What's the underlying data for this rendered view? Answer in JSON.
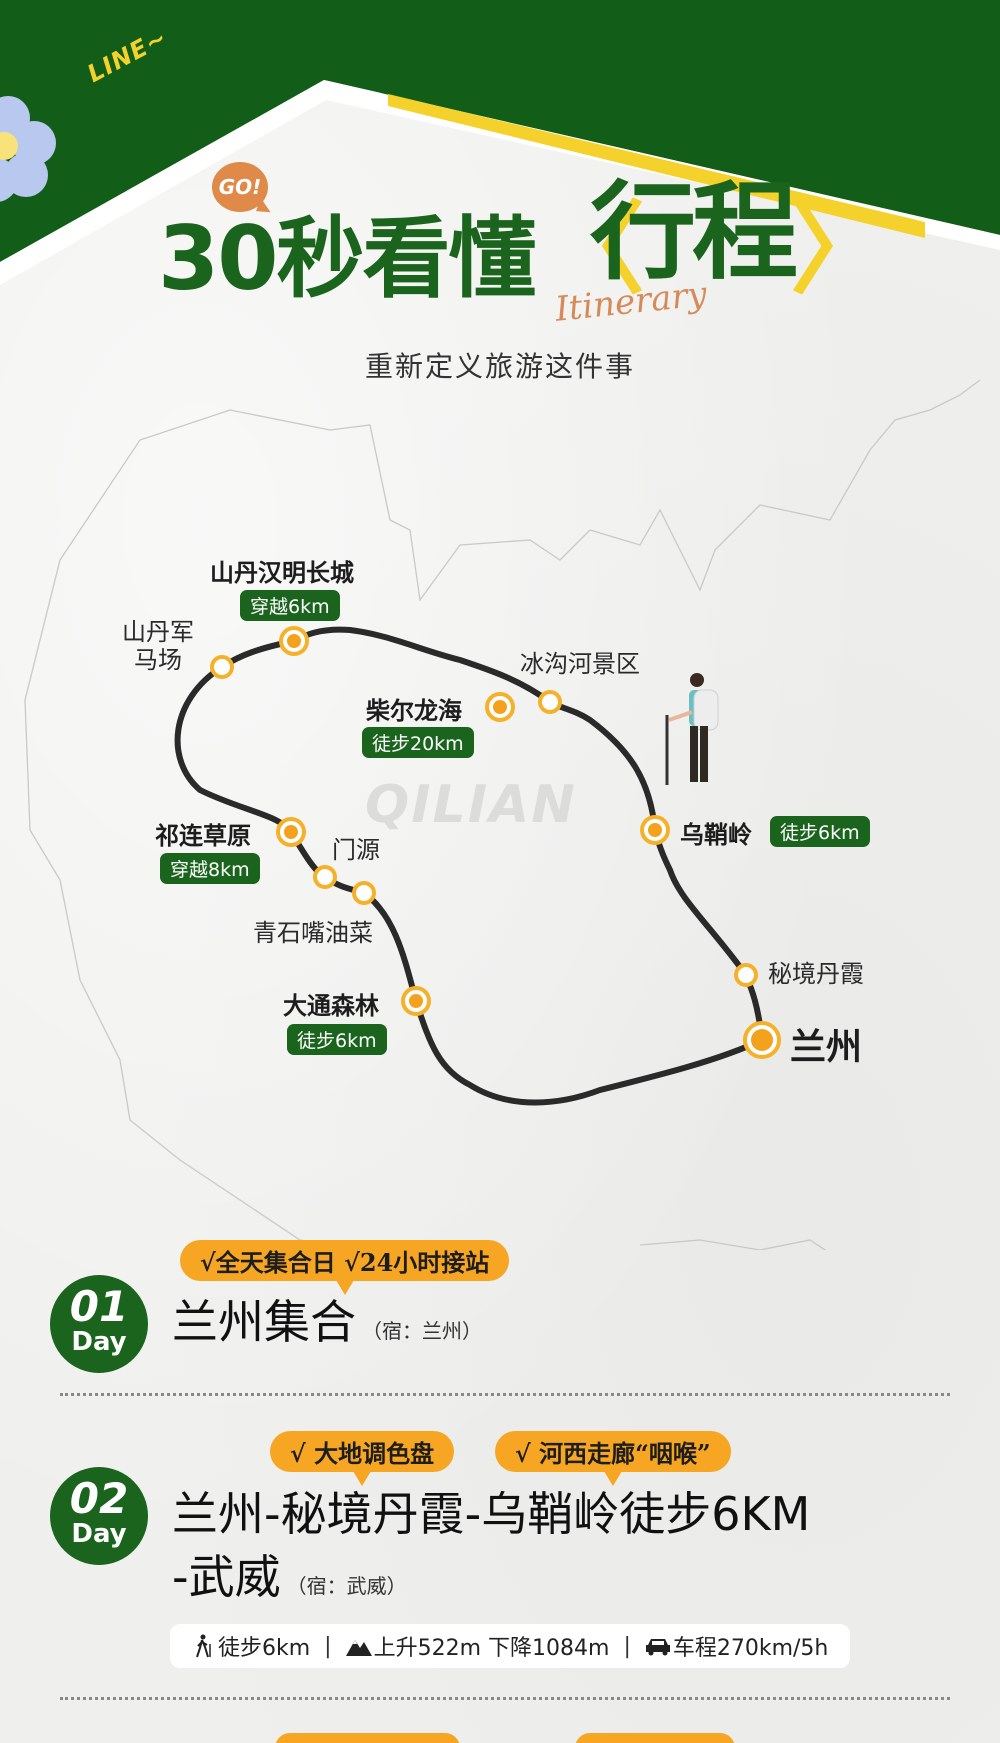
{
  "header": {
    "tag": "LINE~",
    "go_bubble": "GO!",
    "title_prefix": "30秒看懂",
    "title_bracket_left": "〈",
    "title_highlight": "行程",
    "title_bracket_right": "〉",
    "script_word": "Itinerary",
    "subtitle": "重新定义旅游这件事",
    "colors": {
      "green": "#1b641d",
      "yellow": "#f5d22b",
      "orange": "#e08a4a",
      "flower_blue": "#b8c8ef"
    }
  },
  "map": {
    "watermark": "QILIAN",
    "stops": [
      {
        "name": "山丹军",
        "name2": "马场",
        "type": "minor"
      },
      {
        "name": "山丹汉明长城",
        "tag": "穿越6km",
        "type": "major"
      },
      {
        "name": "柴尔龙海",
        "tag": "徒步20km",
        "type": "major"
      },
      {
        "name": "冰沟河景区",
        "type": "minor"
      },
      {
        "name": "乌鞘岭",
        "tag": "徒步6km",
        "type": "major"
      },
      {
        "name": "祁连草原",
        "tag": "穿越8km",
        "type": "major"
      },
      {
        "name": "门源",
        "type": "minor"
      },
      {
        "name": "青石嘴油菜",
        "type": "minor"
      },
      {
        "name": "大通森林",
        "tag": "徒步6km",
        "type": "major"
      },
      {
        "name": "秘境丹霞",
        "type": "minor"
      },
      {
        "name": "兰州",
        "type": "city"
      }
    ]
  },
  "days": [
    {
      "num": "01",
      "label": "Day",
      "badges": [
        "√全天集合日  √24小时接站"
      ],
      "title": "兰州集合",
      "stay": "（宿：兰州）"
    },
    {
      "num": "02",
      "label": "Day",
      "badges": [
        "√ 大地调色盘",
        "√ 河西走廊“咽喉”"
      ],
      "title_line1": "兰州-秘境丹霞-乌鞘岭徒步6KM",
      "title_line2": "-武威",
      "stay": "（宿：武威）",
      "stats": {
        "hike": "徒步6km",
        "elevation": "上升522m 下降1084m",
        "drive": "车程270km/5h",
        "separator": "|"
      }
    }
  ]
}
